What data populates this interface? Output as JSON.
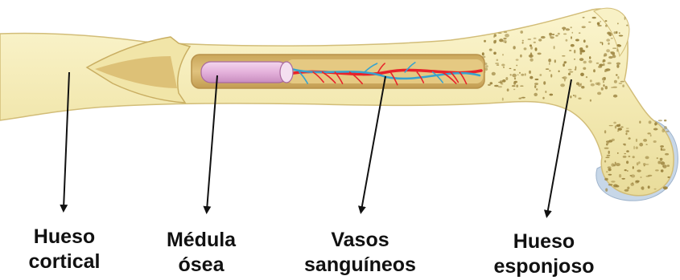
{
  "labels": {
    "cortical": {
      "line1": "Hueso",
      "line2": "cortical"
    },
    "medula": {
      "line1": "Médula",
      "line2": "ósea"
    },
    "vasos": {
      "line1": "Vasos",
      "line2": "sanguíneos"
    },
    "esponjoso": {
      "line1": "Hueso",
      "line2": "esponjoso"
    }
  },
  "colors": {
    "bone": "#f5eebc",
    "bone_outline": "#cbb878",
    "bone_inner": "#f7f1c8",
    "cavity": "#d8b970",
    "marrow": "#e7b8de",
    "artery": "#e8222a",
    "vein": "#37a3cf",
    "spongy_pore": "#9c8440",
    "cartilage": "#c8d8ea",
    "arrow": "#111111"
  }
}
